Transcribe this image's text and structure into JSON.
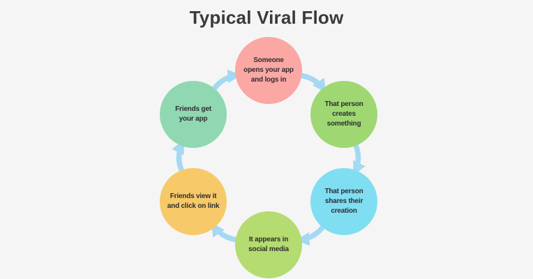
{
  "title": "Typical Viral Flow",
  "colors": {
    "background": "#f5f5f6",
    "title_text": "#3a3a3c",
    "node_text": "#2e2e30",
    "arrow": "#a5d8f3"
  },
  "nodes": [
    {
      "id": "opens-app",
      "label": "Someone\nopens your app\nand logs in",
      "color": "#fba7a4"
    },
    {
      "id": "creates",
      "label": "That person\ncreates\nsomething",
      "color": "#9fd873"
    },
    {
      "id": "shares",
      "label": "That person\nshares their\ncreation",
      "color": "#80def2"
    },
    {
      "id": "social-media",
      "label": "It appears in\nsocial media",
      "color": "#b5dc70"
    },
    {
      "id": "friends-click",
      "label": "Friends view it\nand click on link",
      "color": "#f8c968"
    },
    {
      "id": "friends-get-app",
      "label": "Friends get\nyour app",
      "color": "#90d8b2"
    }
  ],
  "flow_order": [
    "opens-app",
    "creates",
    "shares",
    "social-media",
    "friends-click",
    "friends-get-app",
    "opens-app"
  ]
}
